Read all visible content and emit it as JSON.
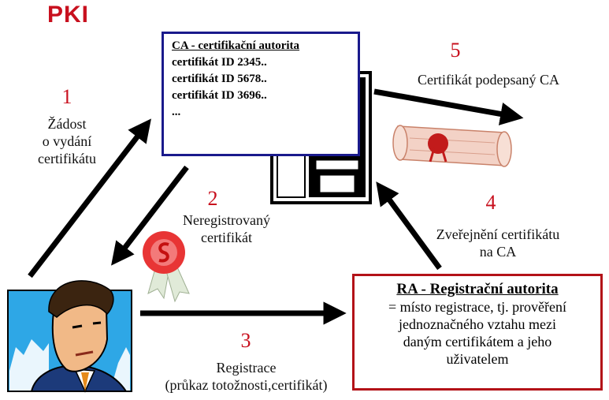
{
  "title": {
    "text": "PKI",
    "color": "#c8101e"
  },
  "ca": {
    "title": "CA - certifikační autorita",
    "lines": [
      "certifikát ID 2345..",
      "certifikát ID 5678..",
      "certifikát ID 3696..",
      "..."
    ],
    "border_color": "#1a1a8c"
  },
  "steps": [
    {
      "number": "1",
      "label_lines": [
        "Žádost",
        "o vydání",
        "certifikátu"
      ]
    },
    {
      "number": "2",
      "label_lines": [
        "Neregistrovaný",
        "certifikát"
      ]
    },
    {
      "number": "3",
      "label_lines": [
        "Registrace",
        "(průkaz totožnosti,certifikát)"
      ]
    },
    {
      "number": "4",
      "label_lines": [
        "Zveřejnění certifikátu",
        "na CA"
      ]
    },
    {
      "number": "5",
      "label_lines": [
        "Certifikát podepsaný CA"
      ]
    }
  ],
  "ra": {
    "title": "RA - Registrační autorita",
    "description_lines": [
      "= místo registrace, tj. prověření",
      "jednoznačného vztahu mezi",
      "daným certifikátem a jeho",
      "uživatelem"
    ],
    "border_color": "#b31218"
  },
  "colors": {
    "step_number": "#c8101e",
    "arrow": "#000000"
  },
  "icons": {
    "server": "server-icon",
    "user": "user-avatar-icon",
    "seal": "wax-seal-icon",
    "scroll": "certificate-scroll-icon"
  }
}
